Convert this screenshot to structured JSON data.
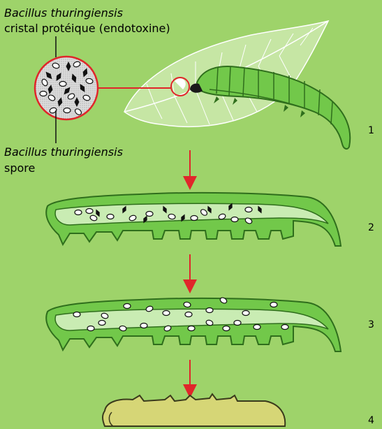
{
  "labels": {
    "organism_top": "Bacillus thuringiensis",
    "crystal": "cristal protéique (endotoxine)",
    "organism_bottom": "Bacillus thuringiensis",
    "spore": "spore"
  },
  "stages": [
    "1",
    "2",
    "3",
    "4"
  ],
  "colors": {
    "background": "#9ed36a",
    "caterpillar": "#72c84a",
    "caterpillar_dark": "#2f6e1c",
    "leaf": "#c6e6a4",
    "leaf_vein": "#ffffff",
    "arrow": "#e0262a",
    "magnifier_fill": "#d8d8d8",
    "dead_larva": "#d6d676"
  },
  "icons": {
    "crystal": "black-diamond",
    "spore": "white-oval"
  }
}
